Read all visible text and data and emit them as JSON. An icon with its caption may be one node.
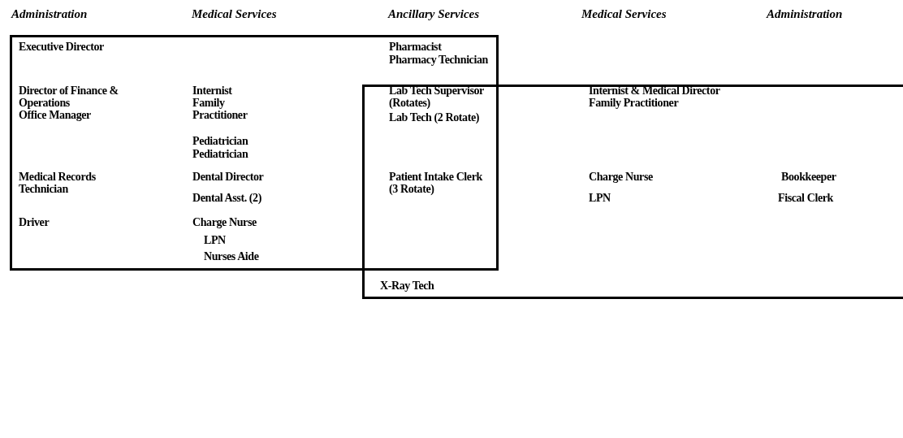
{
  "diagram": {
    "nodes": [
      {
        "text": [],
        "shape": "box"
      },
      {
        "text": [],
        "shape": "box"
      }
    ],
    "labels": [
      "Administration",
      "Medical Services",
      "Ancillary Services",
      "Medical Services",
      "Administration",
      "Executive Director",
      "Pharmacist",
      "Pharmacy Technician",
      "Director of Finance & Operations",
      "Internist",
      "Lab Tech Supervisor (Rotates)",
      "Internist & Medical Director",
      "Family Practitioner",
      "Family Practitioner",
      "Office Manager",
      "Lab Tech (2 Rotate)",
      "Pediatrician",
      "Pediatrician",
      "Medical Records Technician",
      "Dental Director",
      "Patient Intake Clerk (3 Rotate)",
      "Charge Nurse",
      "Bookkeeper",
      "Dental Asst. (2)",
      "LPN",
      "Fiscal Clerk",
      "Driver",
      "Charge Nurse",
      "LPN",
      "Nurses Aide",
      "X-Ray Tech"
    ]
  }
}
